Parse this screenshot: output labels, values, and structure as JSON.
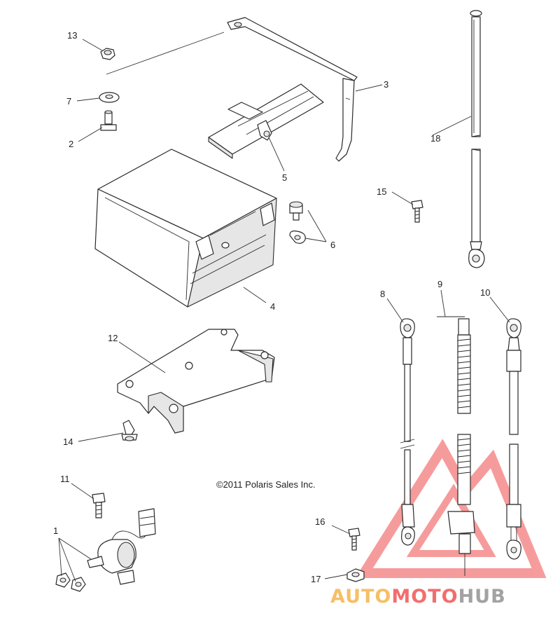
{
  "callouts": [
    {
      "id": "c13",
      "text": "13"
    },
    {
      "id": "c7",
      "text": "7"
    },
    {
      "id": "c2",
      "text": "2"
    },
    {
      "id": "c3",
      "text": "3"
    },
    {
      "id": "c5",
      "text": "5"
    },
    {
      "id": "c18",
      "text": "18"
    },
    {
      "id": "c15",
      "text": "15"
    },
    {
      "id": "c6",
      "text": "6"
    },
    {
      "id": "c4",
      "text": "4"
    },
    {
      "id": "c8",
      "text": "8"
    },
    {
      "id": "c9",
      "text": "9"
    },
    {
      "id": "c10",
      "text": "10"
    },
    {
      "id": "c12",
      "text": "12"
    },
    {
      "id": "c14",
      "text": "14"
    },
    {
      "id": "c11",
      "text": "11"
    },
    {
      "id": "c1",
      "text": "1"
    },
    {
      "id": "c16",
      "text": "16"
    },
    {
      "id": "c17",
      "text": "17"
    }
  ],
  "copyright": "©2011 Polaris Sales Inc.",
  "watermark": {
    "part1": "AUTO",
    "part2": "MOTO",
    "part3": "HUB",
    "color_red": "#f04a4a",
    "color_orange": "#f5b040",
    "color_gray": "#8c8c8c"
  }
}
